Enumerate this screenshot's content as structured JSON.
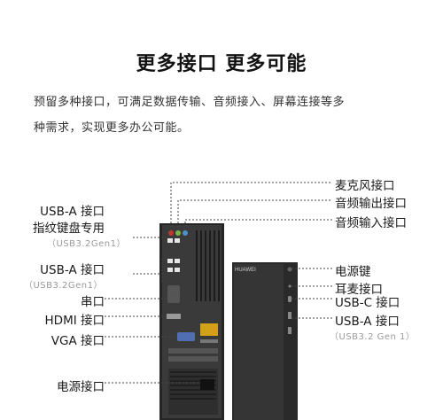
{
  "title": "更多接口 更多可能",
  "description_lines": [
    "预留多种接口，可满足数据传输、音频接入、屏幕连接等多",
    "种需求，实现更多办公可能。"
  ],
  "brand_label": "HUAWEI",
  "left_labels": {
    "usb_a_keyboard": "USB-A 接口",
    "usb_a_keyboard_note": "指纹键盘专用",
    "usb_a_keyboard_spec": "（USB3.2Gen1）",
    "usb_a": "USB-A 接口",
    "usb_a_spec": "（USB3.2Gen1）",
    "serial": "串口",
    "hdmi": "HDMI 接口",
    "vga": "VGA 接口",
    "power_in": "电源接口"
  },
  "right_labels": {
    "mic": "麦克风接口",
    "audio_out": "音频输出接口",
    "audio_in": "音频输入接口",
    "power_button": "电源键",
    "headset": "耳麦接口",
    "usb_c": "USB-C 接口",
    "usb_a_front": "USB-A 接口",
    "usb_a_front_spec": "（USB3.2 Gen 1）"
  }
}
